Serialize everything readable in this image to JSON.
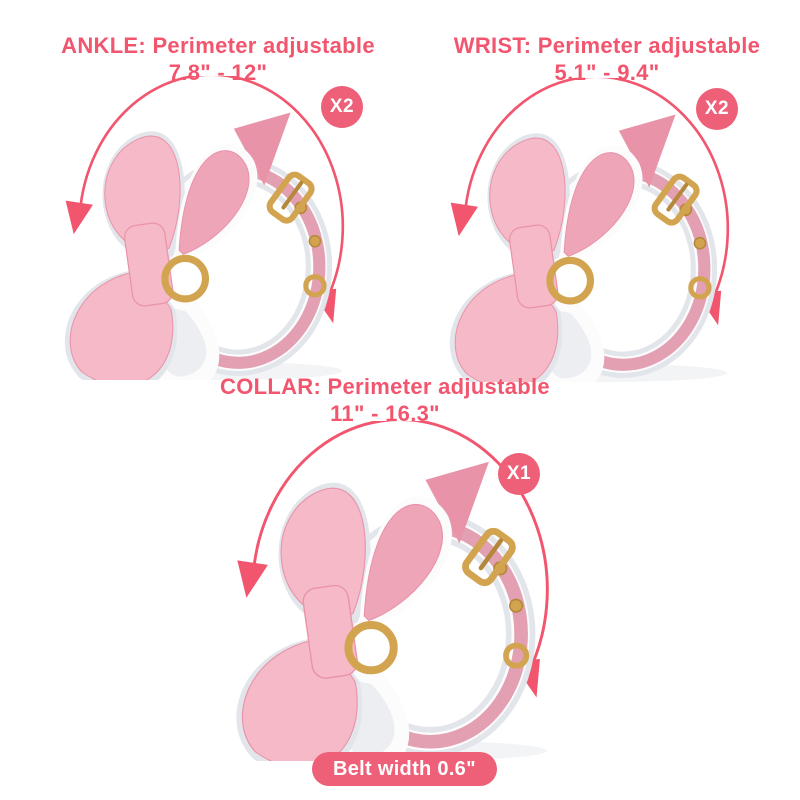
{
  "colors": {
    "background": "#ffffff",
    "accent": "#f2566f",
    "badge": "#ee5f78",
    "bow_light": "#f5b9c8",
    "bow_mid": "#efa5b8",
    "bow_dark": "#e993a9",
    "strap": "#e3a0b2",
    "lining": "#fcfcfd",
    "lining_shadow": "#e2e5ea",
    "gold": "#d2a450",
    "gold_dark": "#b5873a"
  },
  "products": [
    {
      "id": "ankle",
      "label": "ANKLE: Perimeter adjustable",
      "range": "7.8\" - 12\"",
      "quantity": "X2"
    },
    {
      "id": "wrist",
      "label": "WRIST: Perimeter adjustable",
      "range": "5.1\" - 9.4\"",
      "quantity": "X2"
    },
    {
      "id": "collar",
      "label": "COLLAR: Perimeter adjustable",
      "range": "11\" - 16.3\"",
      "quantity": "X1"
    }
  ],
  "footer": {
    "belt_width": "Belt width 0.6\""
  },
  "icons": {
    "adjustable_arrow": "curved double-headed arc arrow",
    "quantity_badge": "filled circle"
  }
}
